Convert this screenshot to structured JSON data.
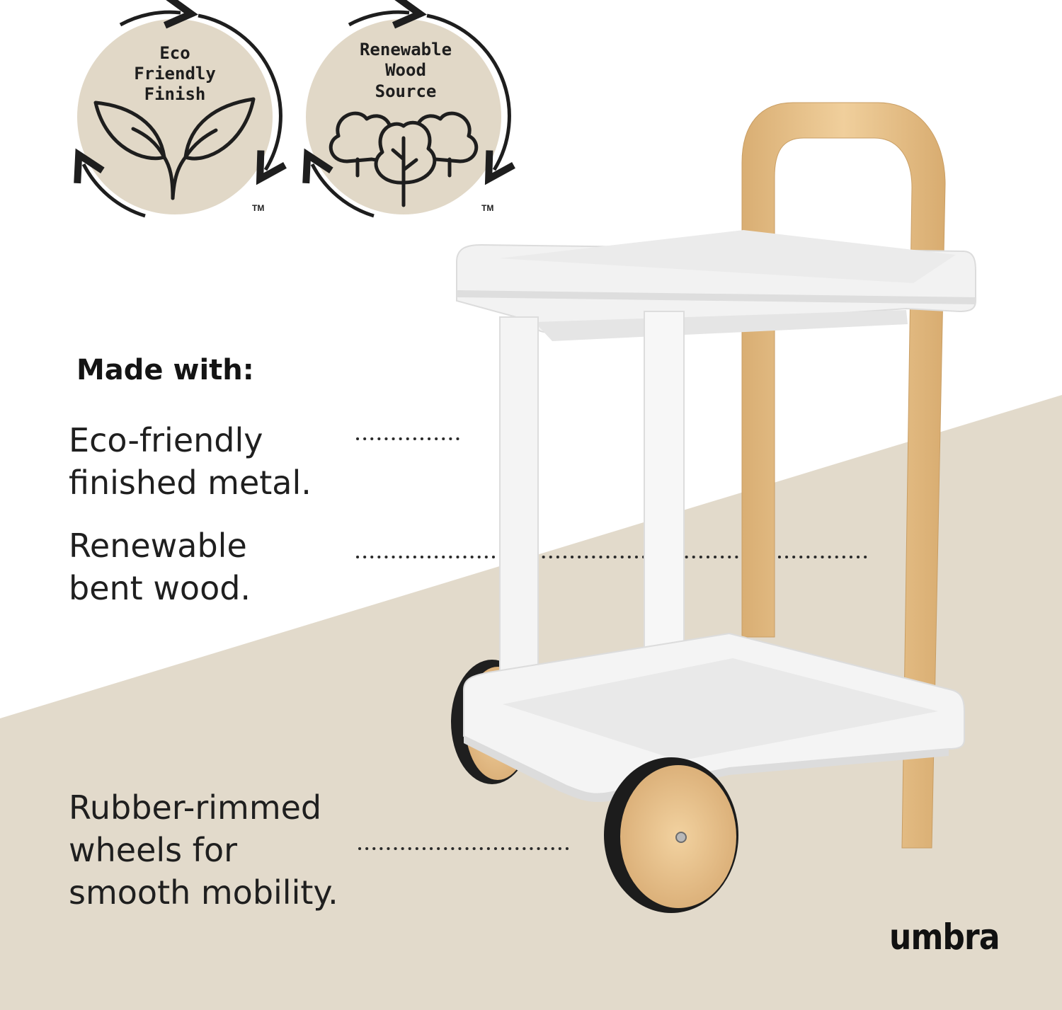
{
  "badges": [
    {
      "lines": [
        "Eco",
        "Friendly",
        "Finish"
      ],
      "icon": "leaf-icon",
      "trademark": "TM"
    },
    {
      "lines": [
        "Renewable",
        "Wood",
        "Source"
      ],
      "icon": "trees-icon",
      "trademark": "TM"
    }
  ],
  "heading": "Made with:",
  "features": [
    {
      "lines": [
        "Eco-friendly",
        "finished metal."
      ]
    },
    {
      "lines": [
        "Renewable",
        "bent wood."
      ]
    },
    {
      "lines": [
        "Rubber-rimmed",
        "wheels for",
        "smooth mobility."
      ]
    }
  ],
  "brand": "umbra",
  "colors": {
    "badge_fill": "#e1d8c7",
    "floor": "#e2dacb",
    "wood": "#e6c18c",
    "white_metal": "#f3f3f3",
    "tire": "#202020",
    "text": "#1e1e1e"
  }
}
